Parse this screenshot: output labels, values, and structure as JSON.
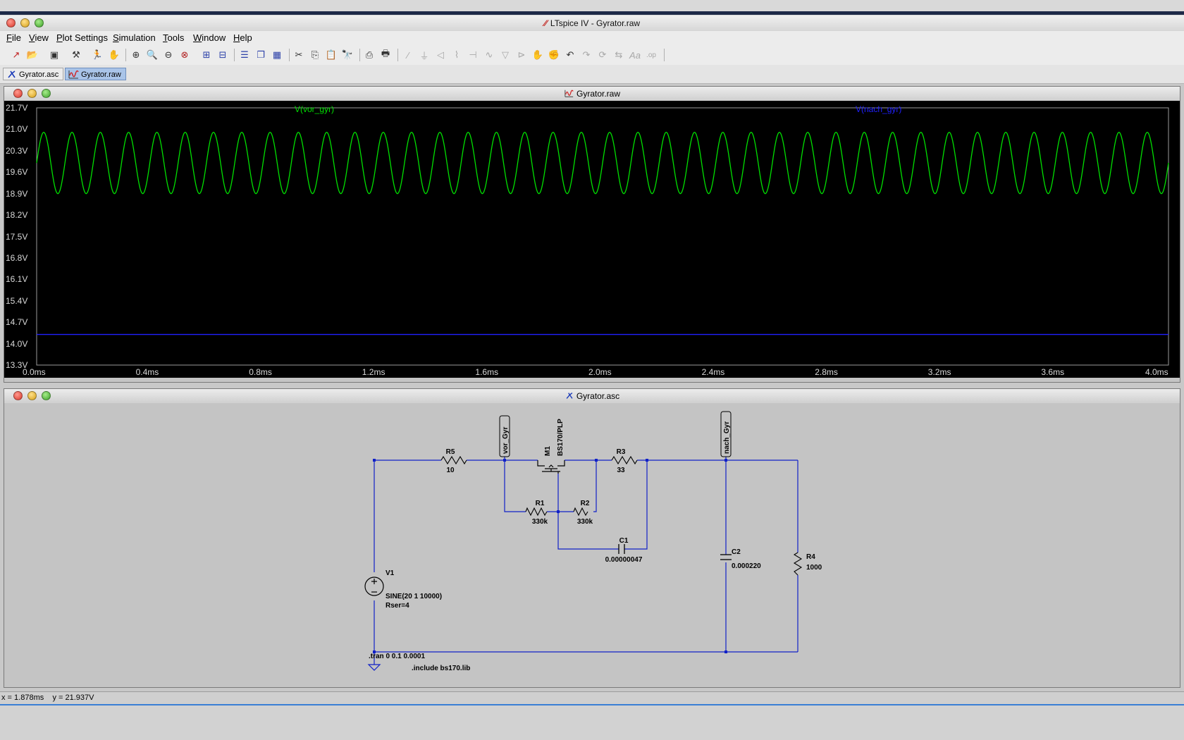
{
  "app": {
    "title": "LTspice IV - Gyrator.raw",
    "logo_glyph": "⁄⁄"
  },
  "menu": [
    {
      "label": "File",
      "accel": "F"
    },
    {
      "label": "View",
      "accel": "V"
    },
    {
      "label": "Plot Settings",
      "accel": "P"
    },
    {
      "label": "Simulation",
      "accel": "S"
    },
    {
      "label": "Tools",
      "accel": "T"
    },
    {
      "label": "Window",
      "accel": "W"
    },
    {
      "label": "Help",
      "accel": "H"
    }
  ],
  "toolbar_icons": [
    "new-schematic-icon",
    "open-icon",
    "save-icon",
    "control-panel-icon",
    "run-icon",
    "halt-icon",
    "zoom-in-icon",
    "zoom-full-icon",
    "zoom-out-icon",
    "zoom-cancel-icon",
    "autorange-icon",
    "mark-unused-icon",
    "tile-horizontal-icon",
    "cascade-icon",
    "tile-vertical-icon",
    "cut-icon",
    "copy-icon",
    "paste-icon",
    "find-icon",
    "print-setup-icon",
    "print-icon",
    "wire-icon",
    "ground-icon",
    "label-net-icon",
    "resistor-icon",
    "capacitor-icon",
    "inductor-icon",
    "diode-icon",
    "component-icon",
    "move-icon",
    "drag-icon",
    "undo-icon",
    "redo-icon",
    "rotate-icon",
    "mirror-icon",
    "text-icon",
    "spice-directive-icon"
  ],
  "tabs": [
    {
      "label": "Gyrator.asc",
      "active": false
    },
    {
      "label": "Gyrator.raw",
      "active": true
    }
  ],
  "plot_window": {
    "title": "Gyrator.raw"
  },
  "schematic_window": {
    "title": "Gyrator.asc"
  },
  "chart_data": {
    "type": "line",
    "title": "",
    "xlabel": "",
    "ylabel": "",
    "xlim": [
      0,
      4.0
    ],
    "ylim": [
      13.3,
      21.7
    ],
    "x_unit": "ms",
    "y_unit": "V",
    "x_ticks": [
      "0.0ms",
      "0.4ms",
      "0.8ms",
      "1.2ms",
      "1.6ms",
      "2.0ms",
      "2.4ms",
      "2.8ms",
      "3.2ms",
      "3.6ms",
      "4.0ms"
    ],
    "y_ticks": [
      "21.7V",
      "21.0V",
      "20.3V",
      "19.6V",
      "18.9V",
      "18.2V",
      "17.5V",
      "16.8V",
      "16.1V",
      "15.4V",
      "14.7V",
      "14.0V",
      "13.3V"
    ],
    "background": "#000000",
    "series": [
      {
        "name": "V(vor_gyr)",
        "color": "#00e000",
        "kind": "sine",
        "offset": 19.9,
        "amplitude": 1.0,
        "frequency_hz": 10000,
        "phase_deg": 0
      },
      {
        "name": "V(nach_gyr)",
        "color": "#2020ff",
        "kind": "constant",
        "value": 14.3
      }
    ]
  },
  "schematic": {
    "wire_color": "#1020c8",
    "labels": {
      "r5_name": "R5",
      "r5_value": "10",
      "vor_gyr": "vor_Gyr",
      "m1_name": "M1",
      "m1_model": "BS170/PLP",
      "r3_name": "R3",
      "r3_value": "33",
      "nach_gyr": "nach_Gyr",
      "r1_name": "R1",
      "r1_value": "330k",
      "r2_name": "R2",
      "r2_value": "330k",
      "c1_name": "C1",
      "c1_value": "0.00000047",
      "c2_name": "C2",
      "c2_value": "0.000220",
      "r4_name": "R4",
      "r4_value": "1000",
      "v1_name": "V1",
      "v1_value": "SINE(20 1 10000)",
      "v1_rser": "Rser=4",
      "tran": ".tran 0 0.1 0.0001",
      "include": ".include bs170.lib"
    }
  },
  "status": {
    "text": "x = 1.878ms    y = 21.937V"
  }
}
